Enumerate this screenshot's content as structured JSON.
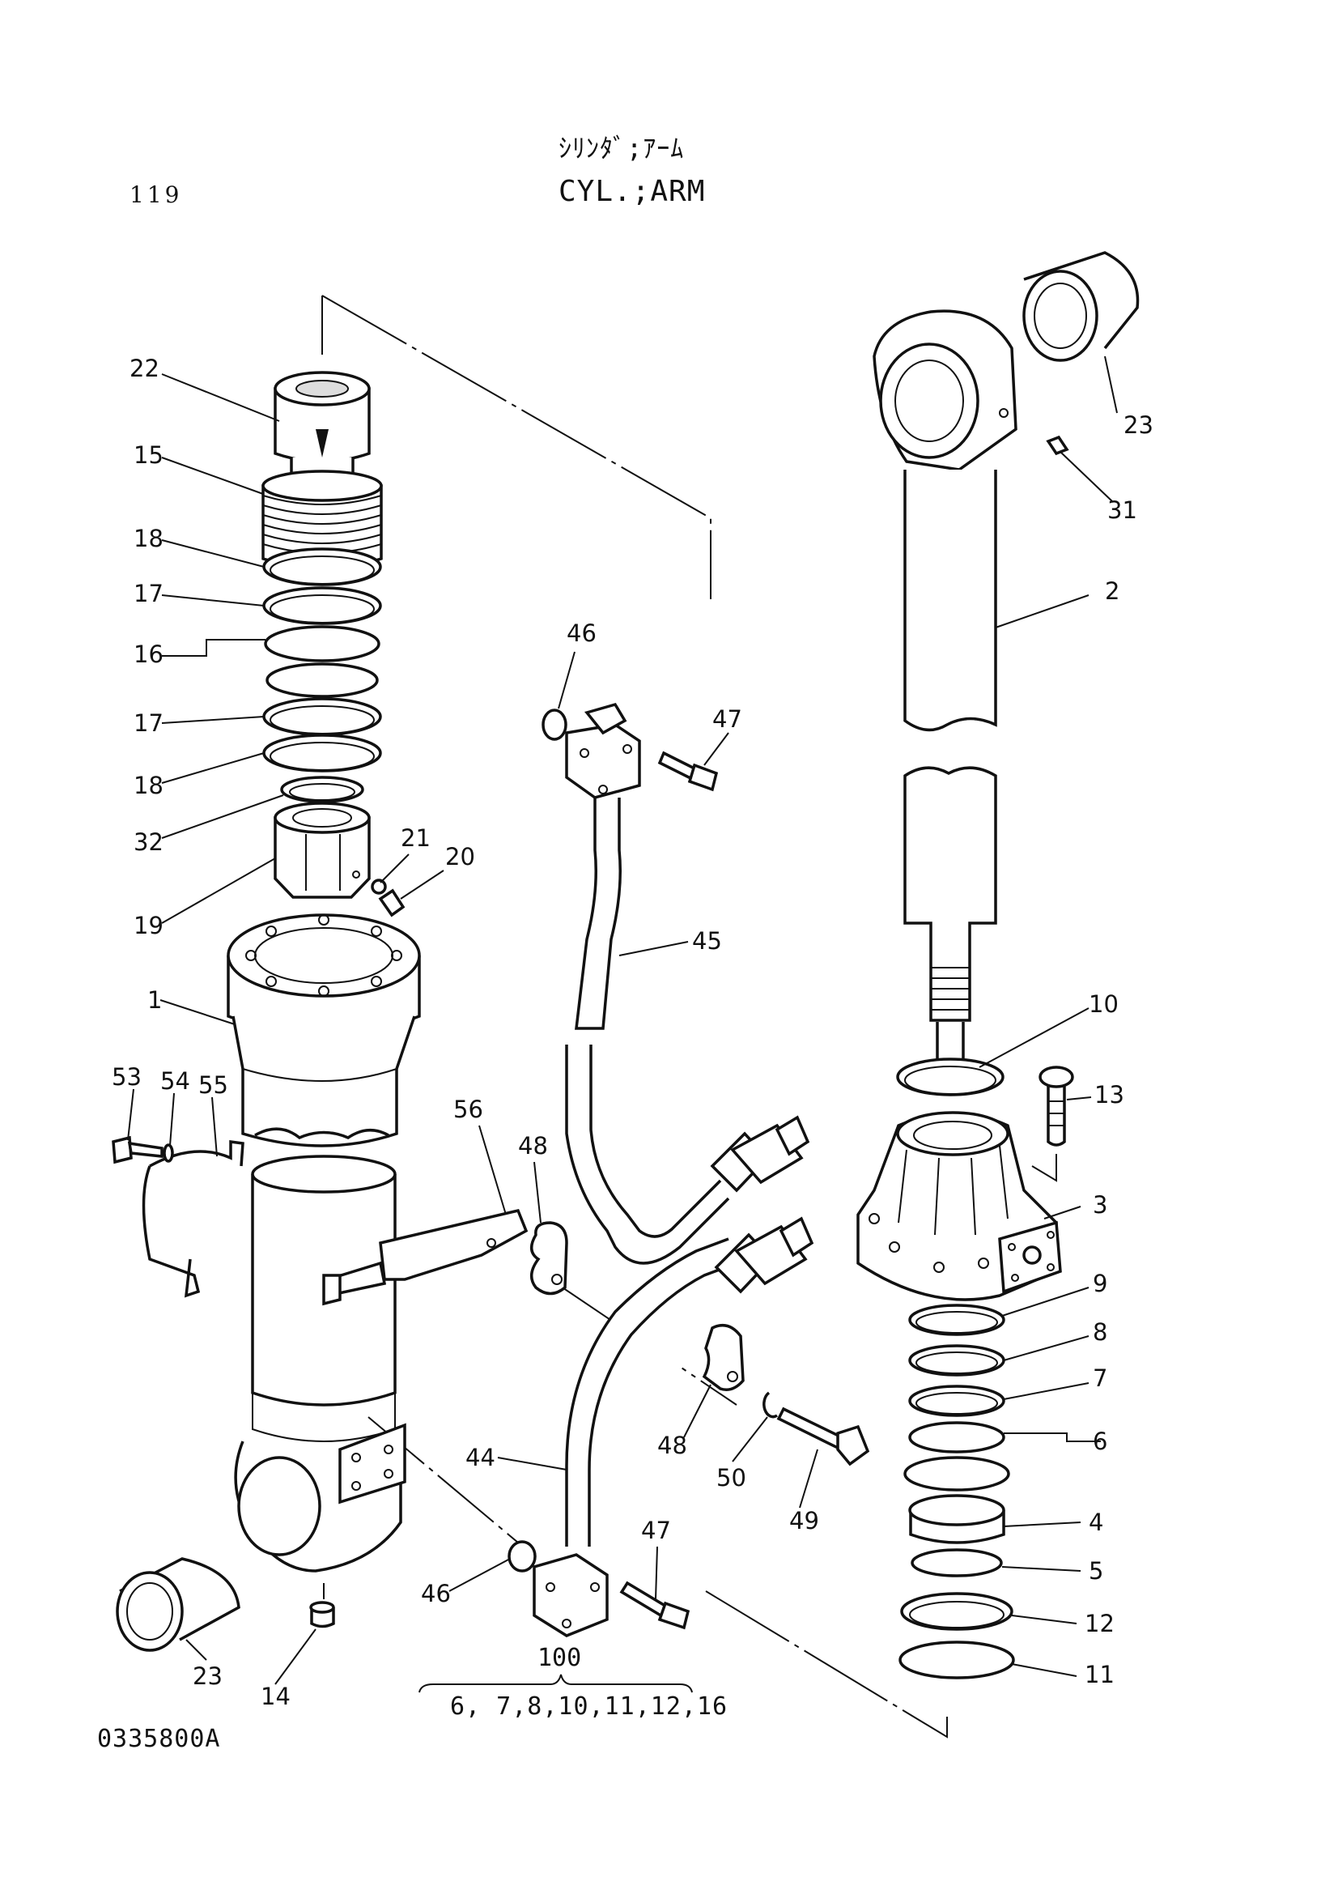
{
  "header": {
    "title_jp": "ｼﾘﾝﾀﾞ;ｱｰﾑ",
    "title_en": "CYL.;ARM",
    "page_number": "119"
  },
  "footer": {
    "drawing_code": "0335800A"
  },
  "kit": {
    "number": "100",
    "contents": "6, 7,8,10,11,12,16"
  },
  "callouts": [
    "22",
    "15",
    "18",
    "17",
    "16",
    "17",
    "18",
    "32",
    "19",
    "1",
    "21",
    "20",
    "53",
    "54",
    "55",
    "56",
    "48",
    "46",
    "47",
    "45",
    "44",
    "48",
    "50",
    "49",
    "46",
    "47",
    "23",
    "14",
    "23",
    "31",
    "2",
    "10",
    "13",
    "3",
    "9",
    "8",
    "7",
    "6",
    "4",
    "5",
    "12",
    "11"
  ]
}
